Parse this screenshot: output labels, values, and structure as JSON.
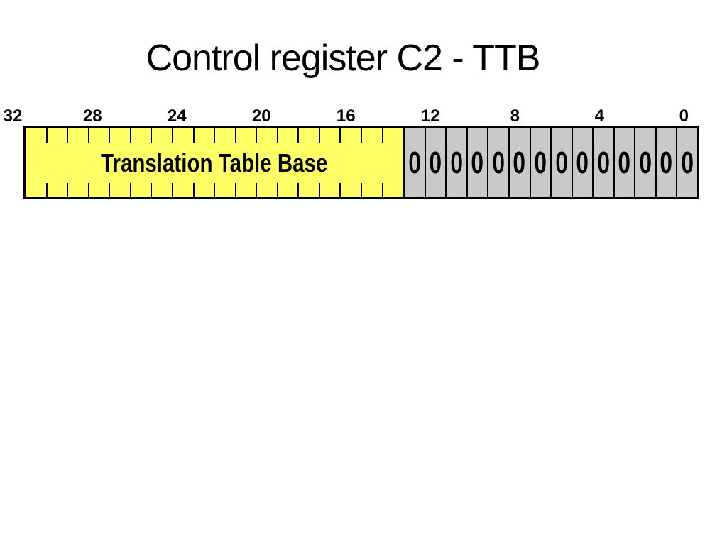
{
  "slide": {
    "title": "Control register C2 - TTB"
  },
  "register": {
    "total_bits": 32,
    "bit_scale_labels": [
      "32",
      "28",
      "24",
      "20",
      "16",
      "12",
      "8",
      "4",
      "0"
    ],
    "fields": [
      {
        "label": "Translation Table Base",
        "width_bits": 18,
        "fill": "#FFFF66"
      },
      {
        "label": "",
        "width_bits": 14,
        "fill": "#C9C9C9",
        "cell_values": [
          "0",
          "0",
          "0",
          "0",
          "0",
          "0",
          "0",
          "0",
          "0",
          "0",
          "0",
          "0",
          "0",
          "0"
        ]
      }
    ],
    "border_color": "#000000",
    "text_color": "#000000"
  }
}
